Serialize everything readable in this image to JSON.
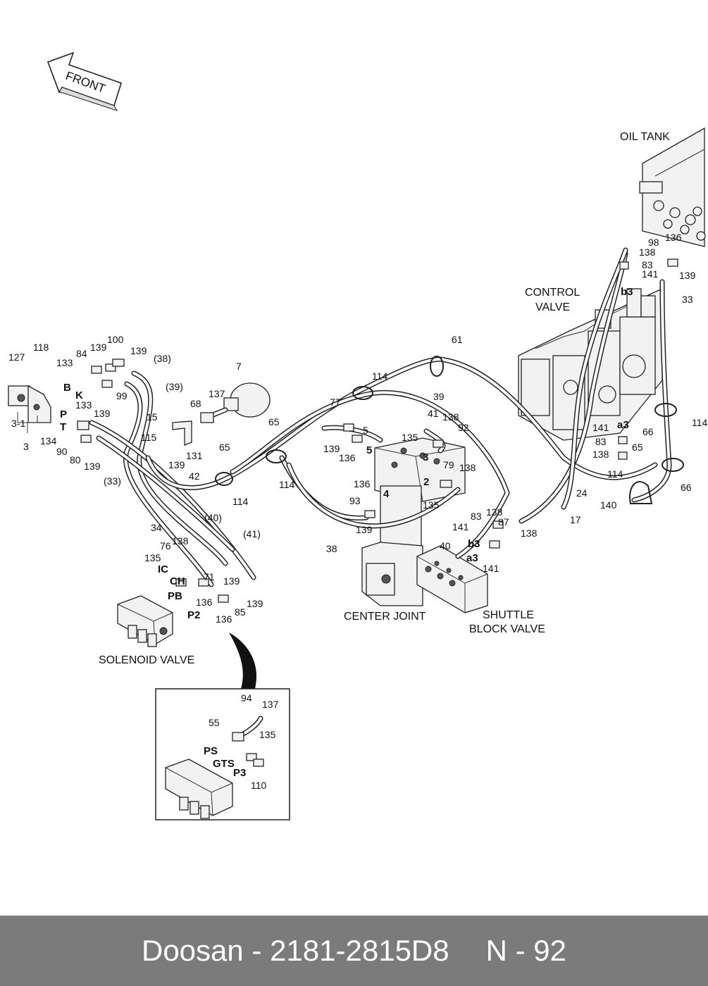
{
  "arrow": {
    "label": "FRONT"
  },
  "components": {
    "oil_tank": "OIL TANK",
    "control_valve_1": "CONTROL",
    "control_valve_2": "VALVE",
    "center_joint": "CENTER JOINT",
    "shuttle_1": "SHUTTLE",
    "shuttle_2": "BLOCK VALVE",
    "solenoid_valve": "SOLENOID VALVE"
  },
  "ports": [
    "B",
    "K",
    "P",
    "T",
    "IC",
    "CH",
    "PB",
    "P2",
    "b3",
    "a3",
    "b3",
    "a3",
    "2",
    "3",
    "4",
    "5",
    "PS",
    "GTS",
    "P3"
  ],
  "callouts": [
    "118",
    "127",
    "84",
    "139",
    "100",
    "139",
    "(38)",
    "133",
    "(39)",
    "99",
    "133",
    "139",
    "3-1",
    "134",
    "90",
    "80",
    "139",
    "(33)",
    "3",
    "7",
    "137",
    "68",
    "15",
    "115",
    "131",
    "139",
    "42",
    "65",
    "65",
    "114",
    "114",
    "114",
    "61",
    "39",
    "139",
    "77",
    "136",
    "5",
    "41",
    "138",
    "92",
    "135",
    "136",
    "79",
    "138",
    "93",
    "139",
    "135",
    "38",
    "40",
    "34",
    "(40)",
    "(41)",
    "76",
    "138",
    "135",
    "139",
    "71",
    "136",
    "139",
    "136",
    "85",
    "17",
    "24",
    "83",
    "138",
    "141",
    "138",
    "87",
    "141",
    "98",
    "136",
    "138",
    "83",
    "141",
    "139",
    "33",
    "141",
    "83",
    "138",
    "114",
    "65",
    "114",
    "66",
    "66",
    "140",
    "94",
    "137",
    "55",
    "135",
    "110"
  ],
  "footer": {
    "brand": "Doosan - 2181-2815D8",
    "page": "N - 92"
  }
}
